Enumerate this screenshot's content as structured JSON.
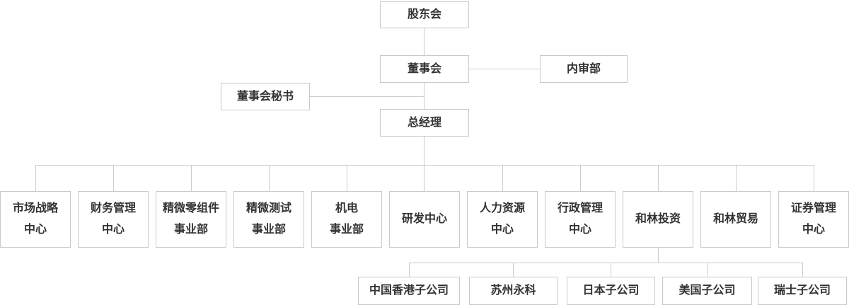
{
  "chart": {
    "type": "org-chart",
    "colors": {
      "box_border": "#c9c9c9",
      "connector_line": "#cccccc",
      "text": "#333333",
      "background": "#ffffff"
    },
    "top": {
      "shareholders": {
        "label": "股东会"
      },
      "board": {
        "label": "董事会"
      },
      "internal_audit": {
        "label": "内审部"
      },
      "board_secretary": {
        "label": "董事会秘书"
      },
      "general_manager": {
        "label": "总经理"
      }
    },
    "departments": [
      {
        "label": "市场战略中心",
        "lines": [
          "市场战略",
          "中心"
        ]
      },
      {
        "label": "财务管理中心",
        "lines": [
          "财务管理",
          "中心"
        ]
      },
      {
        "label": "精微零组件事业部",
        "lines": [
          "精微零组件",
          "事业部"
        ]
      },
      {
        "label": "精微测试事业部",
        "lines": [
          "精微测试",
          "事业部"
        ]
      },
      {
        "label": "机电事业部",
        "lines": [
          "机电",
          "事业部"
        ]
      },
      {
        "label": "研发中心",
        "lines": [
          "研发中心"
        ]
      },
      {
        "label": "人力资源中心",
        "lines": [
          "人力资源",
          "中心"
        ]
      },
      {
        "label": "行政管理中心",
        "lines": [
          "行政管理",
          "中心"
        ]
      },
      {
        "label": "和林投资",
        "lines": [
          "和林投资"
        ]
      },
      {
        "label": "和林贸易",
        "lines": [
          "和林贸易"
        ]
      },
      {
        "label": "证券管理中心",
        "lines": [
          "证券管理",
          "中心"
        ]
      }
    ],
    "subsidiaries": [
      {
        "label": "中国香港子公司"
      },
      {
        "label": "苏州永科"
      },
      {
        "label": "日本子公司"
      },
      {
        "label": "美国子公司"
      },
      {
        "label": "瑞士子公司"
      }
    ]
  }
}
